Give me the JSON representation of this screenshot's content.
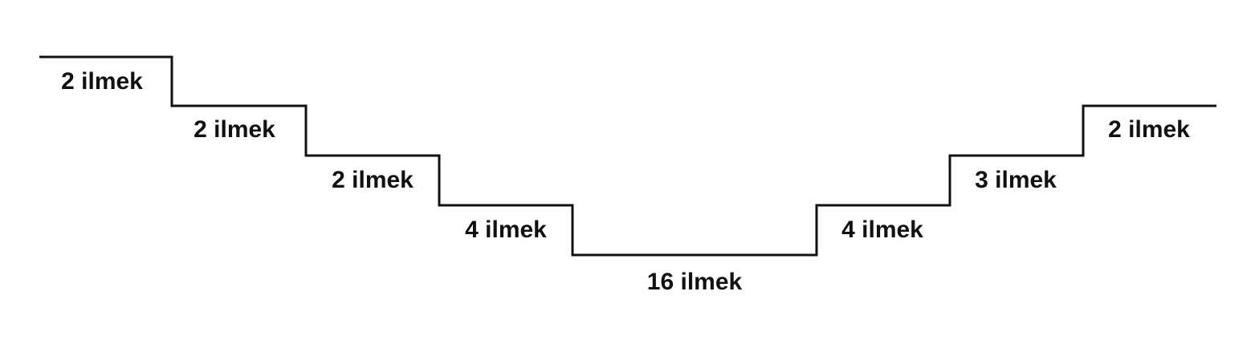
{
  "diagram": {
    "steps": [
      {
        "label": "2 ilmek"
      },
      {
        "label": "2 ilmek"
      },
      {
        "label": "2 ilmek"
      },
      {
        "label": "4 ilmek"
      },
      {
        "label": "16 ilmek"
      },
      {
        "label": "4 ilmek"
      },
      {
        "label": "3 ilmek"
      },
      {
        "label": "2 ilmek"
      }
    ],
    "line_color": "#111111",
    "text_color": "#111111"
  }
}
